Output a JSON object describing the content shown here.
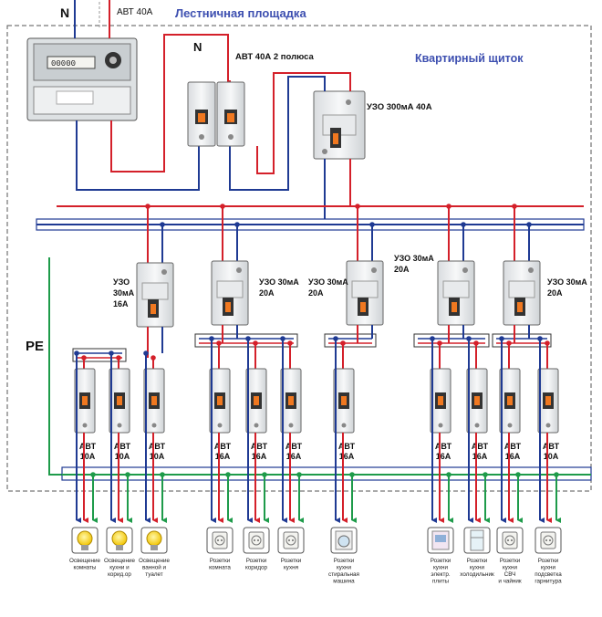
{
  "top": {
    "n_label": "N",
    "breaker_label": "АВТ 40А",
    "stair_title": "Лестничная площадка"
  },
  "panel": {
    "title": "Квартирный щиток",
    "n2_label": "N",
    "main_breaker_label": "АВТ 40А 2 полюса",
    "main_rcd_label": "УЗО 300мА 40А",
    "pe_label": "PE"
  },
  "meter": {
    "display": "00000"
  },
  "rcds": [
    {
      "line1": "УЗО",
      "line2": "30мА",
      "line3": "16А"
    },
    {
      "line1": "УЗО 30мА",
      "line2": "20А"
    },
    {
      "line1": "УЗО 30мА",
      "line2": "20А"
    },
    {
      "line1": "УЗО 30мА",
      "line2": "20А"
    },
    {
      "line1": "УЗО 30мА",
      "line2": "20А"
    }
  ],
  "breakers": [
    {
      "label": "АВТ",
      "rating": "10А",
      "caption": [
        "Освещение",
        "комнаты"
      ],
      "icon": "bulb-icon"
    },
    {
      "label": "АВТ",
      "rating": "10А",
      "caption": [
        "Освещение",
        "кухни и",
        "корид.ор"
      ],
      "icon": "bulb-icon"
    },
    {
      "label": "АВТ",
      "rating": "10А",
      "caption": [
        "Освещение",
        "ванной и",
        "туалет"
      ],
      "icon": "bulb-icon"
    },
    {
      "label": "АВТ",
      "rating": "16А",
      "caption": [
        "Розетки",
        "комната"
      ],
      "icon": "socket-icon"
    },
    {
      "label": "АВТ",
      "rating": "16А",
      "caption": [
        "Розетки",
        "коридор"
      ],
      "icon": "socket-icon"
    },
    {
      "label": "АВТ",
      "rating": "16А",
      "caption": [
        "Розетки",
        "кухня"
      ],
      "icon": "socket-icon"
    },
    {
      "label": "АВТ",
      "rating": "16А",
      "caption": [
        "Розетки",
        "кухни",
        "стиральная",
        "машина"
      ],
      "icon": "washer-icon"
    },
    {
      "label": "АВТ",
      "rating": "16А",
      "caption": [
        "Розетки",
        "кухни",
        "электр.",
        "плиты"
      ],
      "icon": "stove-icon"
    },
    {
      "label": "АВТ",
      "rating": "16А",
      "caption": [
        "Розетки",
        "кухни",
        "холодильник"
      ],
      "icon": "fridge-icon"
    },
    {
      "label": "АВТ",
      "rating": "16А",
      "caption": [
        "Розетки",
        "кухни",
        "СВЧ",
        "и чайник"
      ],
      "icon": "socket-icon"
    },
    {
      "label": "АВТ",
      "rating": "10А",
      "caption": [
        "Розетки",
        "кухни",
        "подсветка",
        "гарнитура"
      ],
      "icon": "socket-icon"
    }
  ],
  "colors": {
    "phase": "#d4202a",
    "neutral": "#1f3a93",
    "earth": "#1e9b4a",
    "text_blue": "#1a3f9a",
    "orange": "#f07820"
  }
}
